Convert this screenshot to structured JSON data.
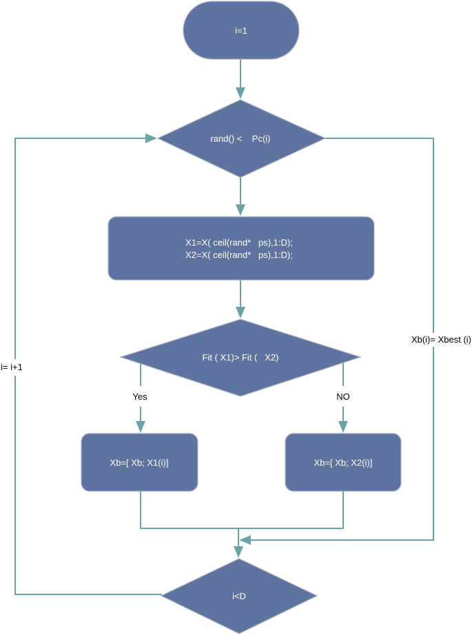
{
  "nodes": {
    "start": "i=1",
    "condition": "rand() <    Pc(i)",
    "assign_line1": "X1=X( ceil(rand*   ps),1:D);",
    "assign_line2": "X2=X( ceil(rand*   ps),1:D);",
    "compare": "Fit ( X1)> Fit (   X2)",
    "yes_action": "Xb=[ Xb; X1(i)]",
    "no_action": "Xb=[ Xb; X2(i)]",
    "loop_check": "i<D"
  },
  "edges": {
    "yes": "Yes",
    "no": "NO",
    "increment": "i= i+1",
    "else_assign": "Xb(i)= Xbest (i)"
  },
  "colors": {
    "node_fill": "#5e73a0",
    "node_stroke": "#aab4c8",
    "connector": "#6aa3a6",
    "node_text": "#ffffff",
    "label_text": "#000000"
  }
}
